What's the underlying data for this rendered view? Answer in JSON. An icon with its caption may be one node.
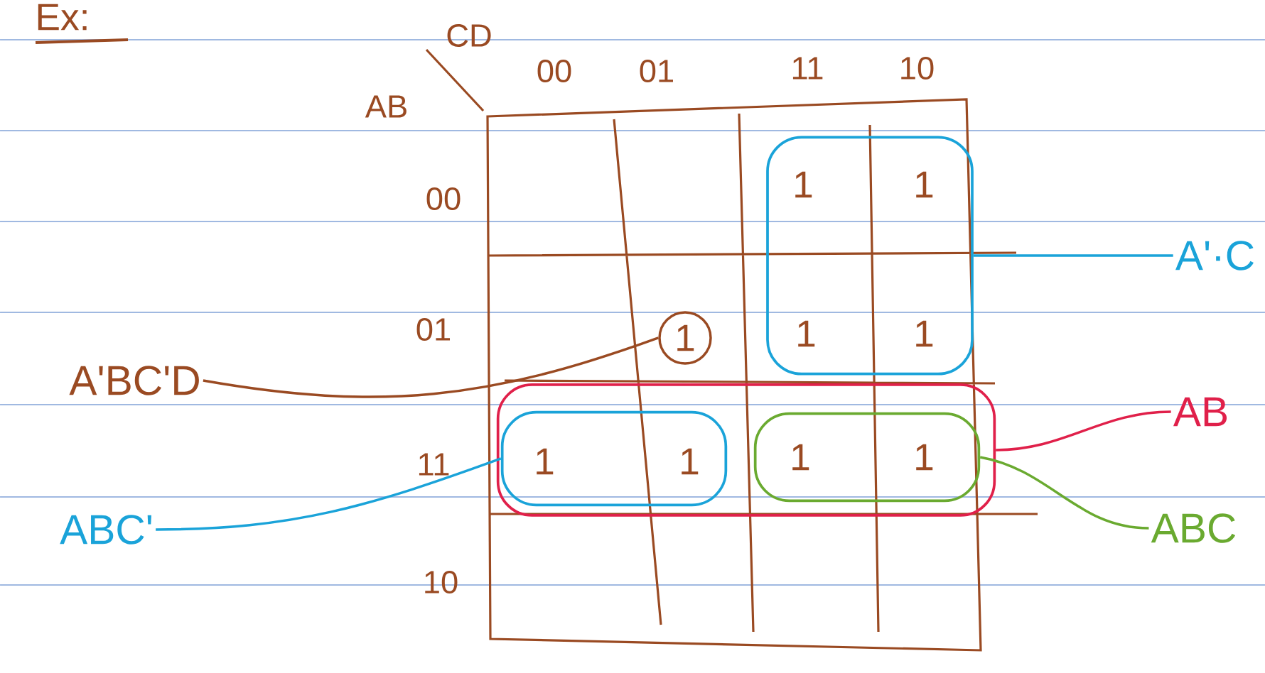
{
  "diagram": {
    "title": "Ex:",
    "nodes": [
      {
        "text": [
          "A'BC'D"
        ]
      },
      {
        "text": [
          "1"
        ]
      },
      {
        "text": [],
        "shape": "box"
      },
      {
        "text": [
          "1"
        ],
        "in": 2
      },
      {
        "text": [
          "1"
        ],
        "in": 2
      },
      {
        "text": [
          "1"
        ],
        "in": 2
      },
      {
        "text": [
          "1"
        ],
        "in": 2
      },
      {
        "text": [],
        "shape": "box"
      },
      {
        "text": [],
        "shape": "box",
        "in": 7
      },
      {
        "text": [
          "1"
        ],
        "in": 8
      },
      {
        "text": [
          "1"
        ],
        "in": 8
      },
      {
        "text": [],
        "shape": "box",
        "in": 7
      },
      {
        "text": [
          "1"
        ],
        "in": 11
      },
      {
        "text": [
          "1"
        ],
        "in": 11
      },
      {
        "text": [
          "A'·C"
        ]
      },
      {
        "text": [
          "AB"
        ]
      },
      {
        "text": [
          "ABC"
        ]
      },
      {
        "text": [
          "ABC'"
        ]
      }
    ],
    "edges": [
      {
        "from": 0,
        "to": 1,
        "arrow": "none",
        "color": "#9a4a22"
      },
      {
        "from": 14,
        "to": 2,
        "arrow": "none",
        "color": "#1aa3d9"
      },
      {
        "from": 15,
        "to": 7,
        "arrow": "none",
        "color": "#e0204a"
      },
      {
        "from": 16,
        "to": 11,
        "arrow": "none",
        "color": "#6aaa30"
      },
      {
        "from": 17,
        "to": 8,
        "arrow": "none",
        "color": "#1aa3d9"
      }
    ],
    "labels": [
      "CD",
      "AB",
      "00",
      "01",
      "11",
      "10",
      "00",
      "01",
      "11",
      "10"
    ]
  }
}
